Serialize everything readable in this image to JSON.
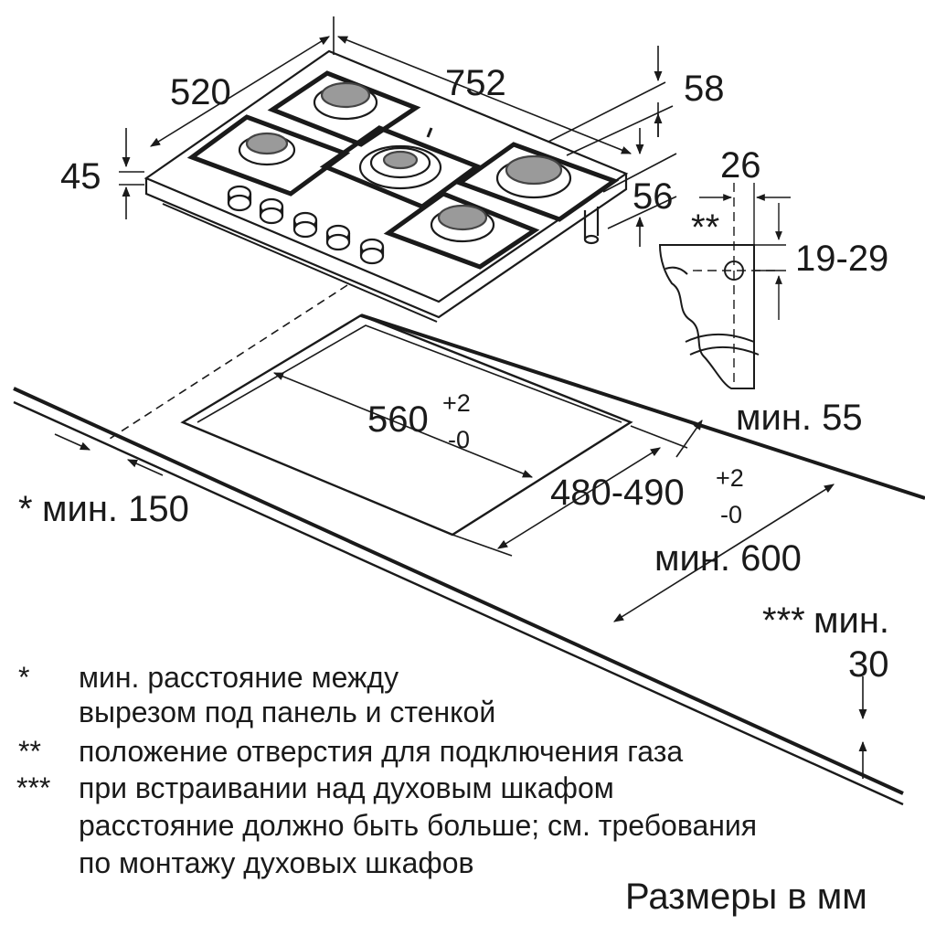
{
  "diagram": {
    "dimensions": {
      "width_752": "752",
      "depth_520": "520",
      "height_45": "45",
      "height_58": "58",
      "offset_56": "56",
      "offset_26": "26",
      "gas_marker": "**",
      "range_19_29": "19-29",
      "min_55": "мин. 55",
      "cutout_width": "560",
      "cutout_width_tol_plus": "+2",
      "cutout_width_tol_minus": "-0",
      "cutout_depth": "480-490",
      "cutout_depth_tol_plus": "+2",
      "cutout_depth_tol_minus": "-0",
      "min_150_marker": "*",
      "min_150": "мин. 150",
      "min_600": "мин. 600",
      "min_30_marker": "***",
      "min_30_label": "мин.",
      "min_30_value": "30"
    },
    "notes": [
      {
        "marker": "*",
        "lines": [
          "мин. расстояние между",
          "вырезом под панель и стенкой"
        ]
      },
      {
        "marker": "**",
        "lines": [
          "положение отверстия для подключения газа"
        ]
      },
      {
        "marker": "***",
        "lines": [
          "при встраивании над духовым шкафом",
          "расстояние должно быть больше; см. требования",
          "по монтажу духовых шкафов"
        ]
      }
    ],
    "units_caption": "Размеры в мм"
  }
}
